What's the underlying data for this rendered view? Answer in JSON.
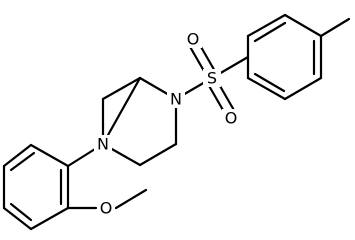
{
  "molecule": {
    "atoms": {
      "n1": "N",
      "n2": "N",
      "s": "S",
      "o1": "O",
      "o2": "O",
      "o_methoxy": "O"
    }
  }
}
